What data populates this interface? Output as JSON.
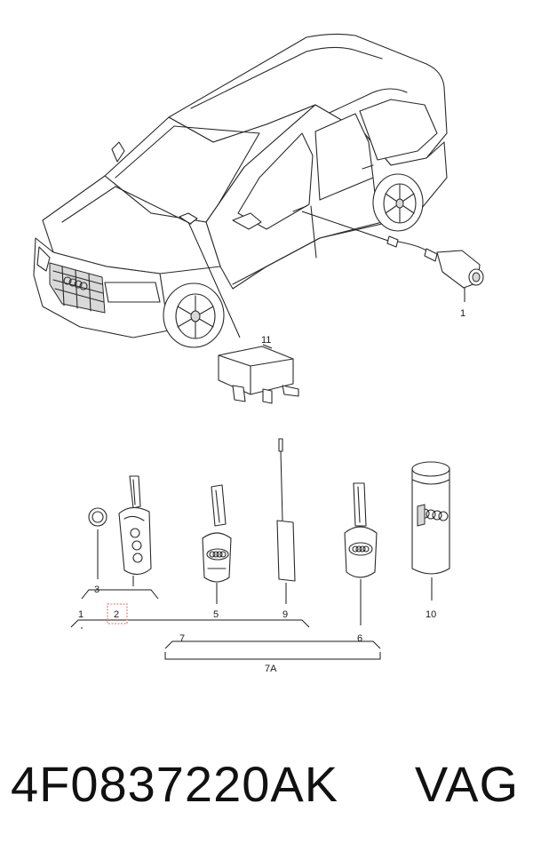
{
  "diagram": {
    "callouts": {
      "lock_cylinder": "1",
      "control_unit": "11",
      "battery": "3",
      "flip_key": "2",
      "key_set": "1",
      "emergency_key": "5",
      "antenna": "9",
      "key_group": "7",
      "fixed_key": "6",
      "key_group_total": "7A",
      "spray_can": "10"
    },
    "highlight_color": "#e88a8a"
  },
  "footer": {
    "part_number": "4F0837220AK",
    "brand": "VAG"
  }
}
